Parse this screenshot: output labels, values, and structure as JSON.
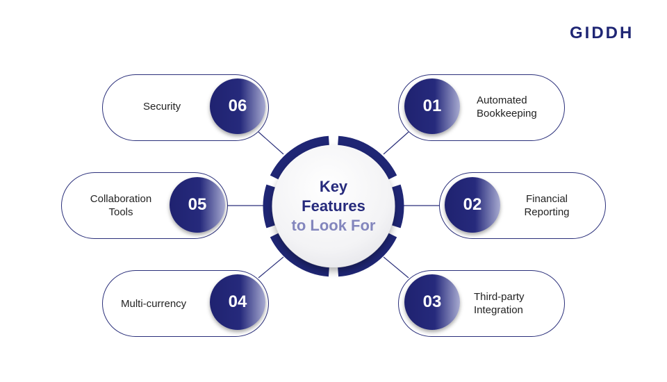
{
  "logo": "GIDDH",
  "center": {
    "line1": "Key",
    "line2": "Features",
    "line3": "to Look For"
  },
  "features": [
    {
      "number": "01",
      "label": "Automated Bookkeeping"
    },
    {
      "number": "02",
      "label": "Financial Reporting"
    },
    {
      "number": "03",
      "label": "Third-party Integration"
    },
    {
      "number": "04",
      "label": "Multi-currency"
    },
    {
      "number": "05",
      "label": "Collaboration Tools"
    },
    {
      "number": "06",
      "label": "Security"
    }
  ],
  "colors": {
    "navy": "#1f2674",
    "accent_light": "#8386bd"
  }
}
